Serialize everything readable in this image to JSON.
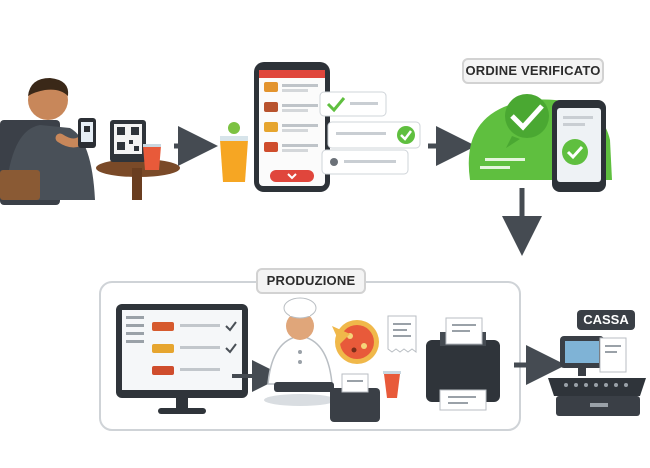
{
  "labels": {
    "verified": "ORDINE VERIFICATO",
    "production": "PRODUZIONE",
    "cashier": "CASSA"
  },
  "colors": {
    "accent_green": "#5fbf3f",
    "accent_red": "#e0463c",
    "dark": "#3a3f46",
    "arrow": "#454b52"
  },
  "icons": [
    "customer-scanning-qr-icon",
    "qr-code-stand-icon",
    "drink-icon",
    "smartphone-menu-icon",
    "order-verified-chat-icon",
    "kitchen-monitor-icon",
    "chef-icon",
    "pizza-icon",
    "receipt-printer-icon",
    "cash-register-icon"
  ]
}
